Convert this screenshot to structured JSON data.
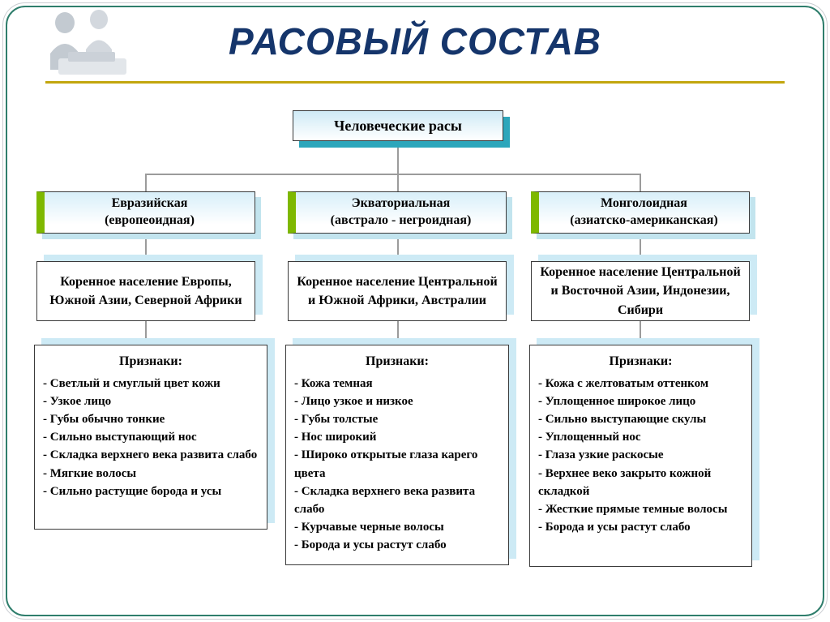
{
  "slide": {
    "title": "РАСОВЫЙ СОСТАВ"
  },
  "colors": {
    "title_navy": "#15356B",
    "divider_gold": "#C2A60E",
    "frame_green": "#2F7E6C",
    "race_accent_green": "#7EB800",
    "root_shadow_teal": "#2CA6BB",
    "box_shadow_blue": "#CDEAF5"
  },
  "diagram": {
    "root_label": "Человеческие расы",
    "columns": [
      {
        "race_line1": "Евразийская",
        "race_line2": "(европеоидная)",
        "population": "Коренное население Европы, Южной Азии, Северной Африки",
        "features_title": "Признаки:",
        "features": [
          "- Светлый и смуглый цвет кожи",
          "- Узкое лицо",
          "- Губы обычно тонкие",
          "- Сильно выступающий нос",
          "- Складка верхнего века развита слабо",
          "- Мягкие волосы",
          "- Сильно растущие борода и усы"
        ]
      },
      {
        "race_line1": "Экваториальная",
        "race_line2": "(австрало - негроидная)",
        "population": "Коренное население Центральной и Южной Африки, Австралии",
        "features_title": "Признаки:",
        "features": [
          "- Кожа темная",
          "- Лицо узкое и низкое",
          "- Губы толстые",
          "- Нос широкий",
          "- Широко открытые глаза карего цвета",
          "- Складка верхнего века развита слабо",
          "- Курчавые черные волосы",
          "- Борода и усы растут слабо"
        ]
      },
      {
        "race_line1": "Монголоидная",
        "race_line2": "(азиатско-американская)",
        "population": "Коренное население Центральной и Восточной Азии, Индонезии, Сибири",
        "features_title": "Признаки:",
        "features": [
          "- Кожа с желтоватым оттенком",
          "- Уплощенное широкое лицо",
          "- Сильно выступающие скулы",
          "- Уплощенный нос",
          "- Глаза узкие раскосые",
          "- Верхнее веко закрыто кожной складкой",
          "- Жесткие прямые темные волосы",
          "- Борода и усы растут слабо"
        ]
      }
    ]
  }
}
